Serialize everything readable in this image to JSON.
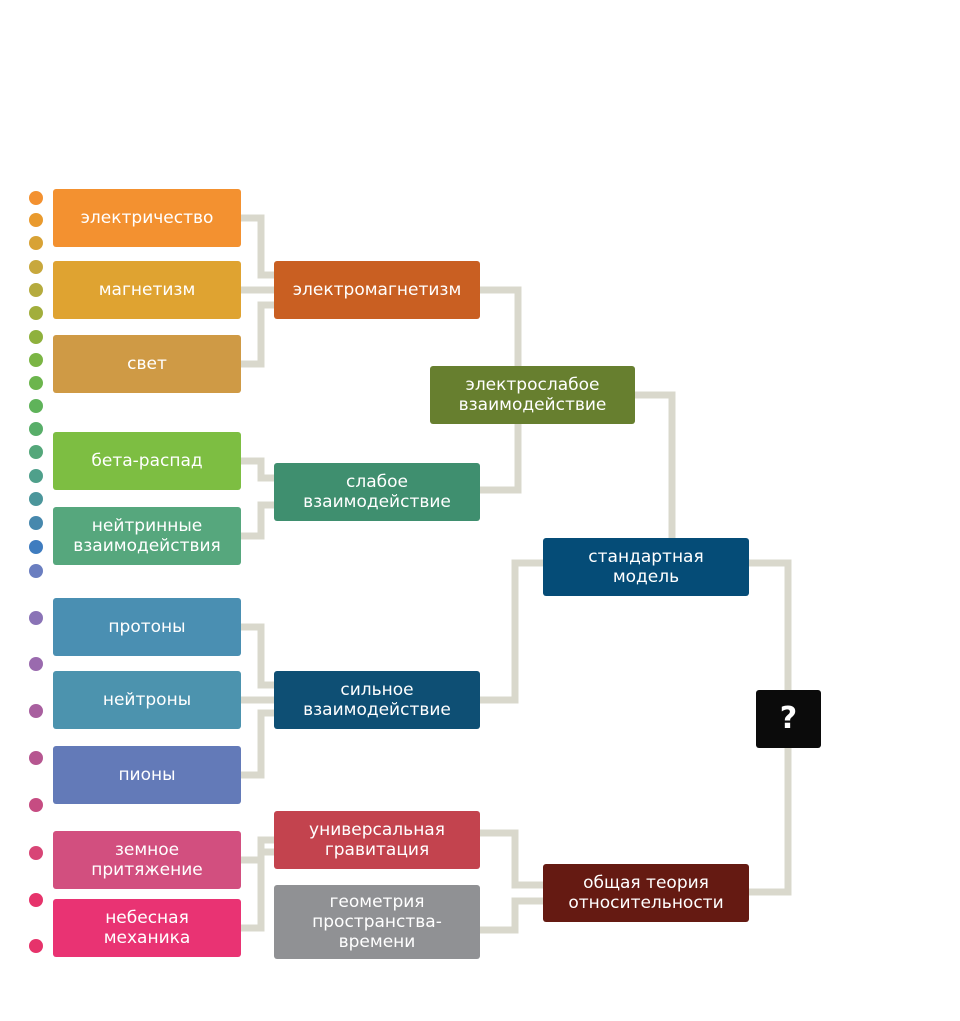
{
  "diagram": {
    "boxes": {
      "elektrichestvo": "электричество",
      "magnetizm": "магнетизм",
      "svet": "свет",
      "beta_raspad": "бета-распад",
      "neytrinnye": "нейтринные\nвзаимодействия",
      "protony": "протоны",
      "neytrony": "нейтроны",
      "piony": "пионы",
      "zemnoe": "земное\nпритяжение",
      "nebesnaya": "небесная\nмеханика",
      "elektromagnetizm": "электромагнетизм",
      "slaboe": "слабое\nвзаимодействие",
      "silnoe": "сильное\nвзаимодействие",
      "universalnaya": "универсальная\nгравитация",
      "geometriya": "геометрия\nпространства-\nвремени",
      "elektroslaboe": "электрослабое\nвзаимодействие",
      "standartnaya": "стандартная\nмодель",
      "obshchaya": "общая теория\nотносительности",
      "unknown": "?"
    },
    "colors": {
      "elektrichestvo": "#f39130",
      "magnetizm": "#dfa331",
      "svet": "#cf9a45",
      "beta_raspad": "#7dbe42",
      "neytrinnye": "#56a77d",
      "protony": "#4a8fb2",
      "neytrony": "#4c93ae",
      "piony": "#637ab8",
      "zemnoe": "#d24f7f",
      "nebesnaya": "#e93373",
      "elektromagnetizm": "#c95f22",
      "slaboe": "#3f8f6f",
      "silnoe": "#0e4f74",
      "universalnaya": "#c3434e",
      "geometriya": "#909194",
      "elektroslaboe": "#677f2f",
      "standartnaya": "#054c77",
      "obshchaya": "#651a12",
      "unknown": "#0b0b0b",
      "connector": "#d9d8cc"
    },
    "dot_colors": [
      "#f39130",
      "#e99a2e",
      "#d8a235",
      "#c8a83d",
      "#b5ab3e",
      "#a2ae3c",
      "#8fb13d",
      "#7bb544",
      "#6cb54d",
      "#5fb35a",
      "#58ae69",
      "#54a77a",
      "#4fa08b",
      "#4b969b",
      "#4788ad",
      "#3f7cbf",
      "#6a7ec0",
      "#8a73b6",
      "#9a6aae",
      "#a85f9f",
      "#b65690",
      "#c64c82",
      "#d84576",
      "#e6336b"
    ]
  }
}
